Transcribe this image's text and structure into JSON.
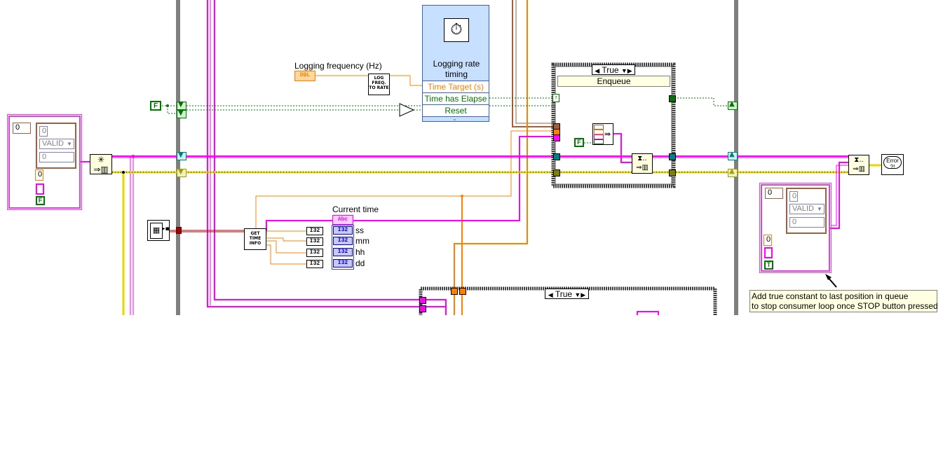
{
  "diagram": {
    "logging_frequency_label": "Logging frequency (Hz)",
    "logging_frequency_type": "DBL",
    "log_freq_to_rate": "LOG FREQ. TO RATE",
    "timing_node": {
      "title": "Logging rate timing",
      "terminals": [
        "Time Target (s)",
        "Time has Elapse",
        "Reset"
      ]
    },
    "case_structure_top": {
      "selector": "True",
      "enqueue_label": "Enqueue"
    },
    "case_structure_bottom": {
      "selector": "True"
    },
    "current_time_label": "Current time",
    "get_time_info": "GET TIME INFO",
    "time_outputs": [
      "ss",
      "mm",
      "hh",
      "dd"
    ],
    "numeric_type": "I32",
    "string_type": "Abc",
    "bool_false": "F",
    "bool_true": "T",
    "cluster_value": "0",
    "valid_text": "VALID",
    "error_handler": "Error ?!",
    "comment": {
      "line1": "Add true constant to last position in queue",
      "line2": "to stop consumer loop once STOP button pressed"
    },
    "colors": {
      "loop_border": "#7f7f7f",
      "error_wire": "#e7d700",
      "queue_wire": "#b400b4",
      "cluster_wire": "#a06040",
      "numeric_wire": "#ff8000",
      "boolean_wire": "#007700",
      "string_wire": "#ff00ff",
      "comment_bg": "#ffffe1"
    }
  }
}
